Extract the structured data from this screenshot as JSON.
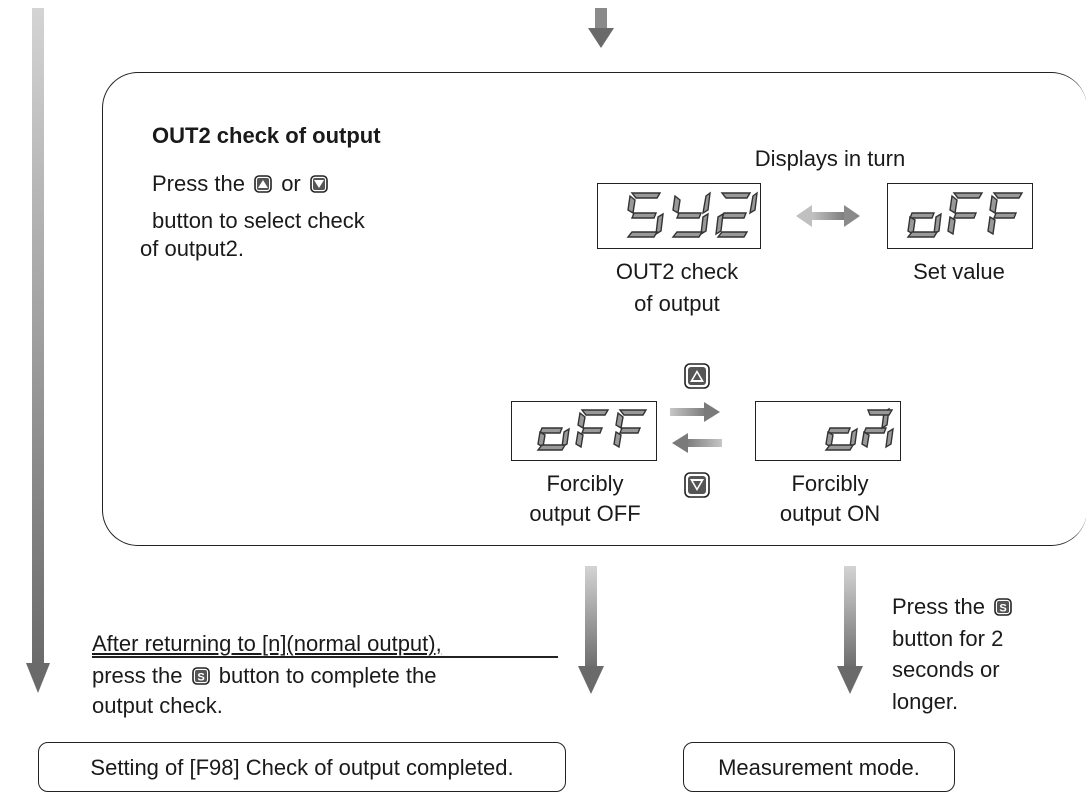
{
  "panel": {
    "title": "OUT2 check of output",
    "instruction_1": "Press the",
    "instruction_or": "or",
    "instruction_2": "button to  select check",
    "instruction_3": "of output2.",
    "displays_in_turn": "Displays in turn",
    "display_param_code": "5Y2",
    "display_param_label_1": "OUT2 check",
    "display_param_label_2": "of output",
    "display_set_code": "oFF",
    "display_set_label": "Set value",
    "display_off_code": "oFF",
    "display_off_label_1": "Forcibly",
    "display_off_label_2": "output OFF",
    "display_on_code": "on",
    "display_on_label_1": "Forcibly",
    "display_on_label_2": "output ON"
  },
  "bottom_left_note": {
    "line_1": "After returning to [n](normal output),",
    "line_2a": "press the",
    "line_2b": "button to complete the",
    "line_3": "output check."
  },
  "bottom_right_note": {
    "line_1": "Press the",
    "line_2": "button for 2",
    "line_3": "seconds or",
    "line_4": "longer."
  },
  "box_completed": "Setting of [F98] Check of output completed.",
  "box_measurement": "Measurement mode.",
  "icons": {
    "up": "up-button-icon",
    "down": "down-button-icon",
    "set": "s-button-icon"
  },
  "colors": {
    "arrow_light": "#c8c8c8",
    "arrow_dark": "#6e6e6e",
    "border": "#222222"
  }
}
